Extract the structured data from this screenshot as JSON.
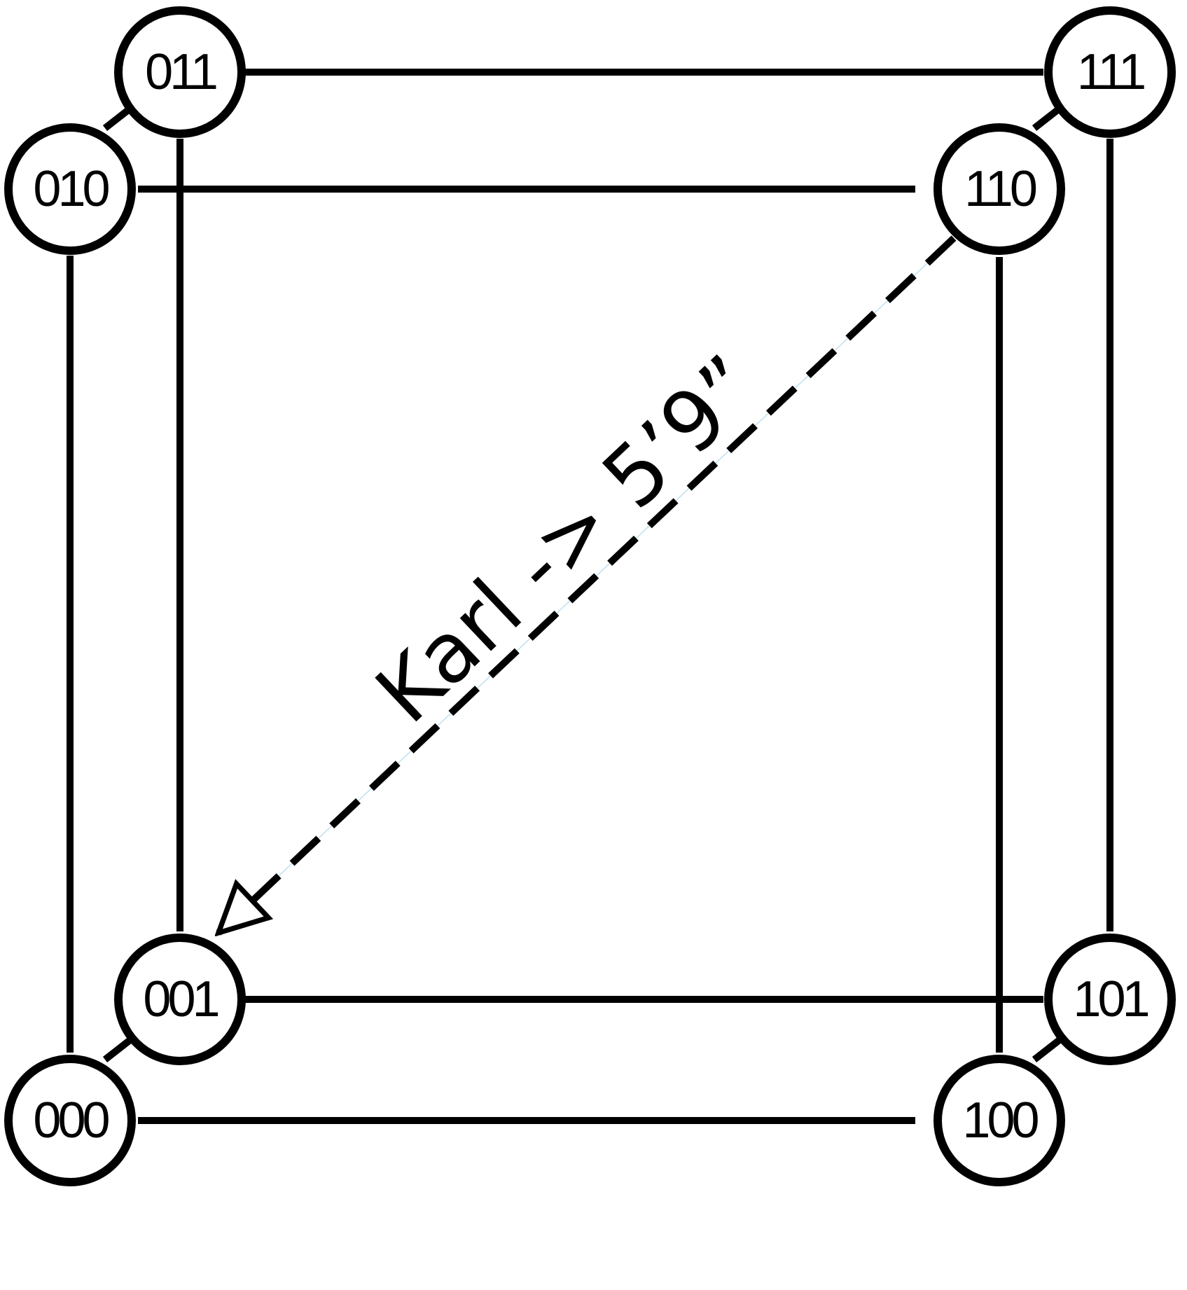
{
  "nodes": [
    {
      "id": "n000",
      "label": "000"
    },
    {
      "id": "n001",
      "label": "001"
    },
    {
      "id": "n010",
      "label": "010"
    },
    {
      "id": "n011",
      "label": "011"
    },
    {
      "id": "n100",
      "label": "100"
    },
    {
      "id": "n101",
      "label": "101"
    },
    {
      "id": "n110",
      "label": "110"
    },
    {
      "id": "n111",
      "label": "111"
    }
  ],
  "edges": [
    {
      "from": "000",
      "to": "100",
      "style": "solid",
      "arrows": "both"
    },
    {
      "from": "001",
      "to": "101",
      "style": "solid",
      "arrows": "both"
    },
    {
      "from": "010",
      "to": "110",
      "style": "solid",
      "arrows": "both"
    },
    {
      "from": "011",
      "to": "111",
      "style": "solid",
      "arrows": "both"
    },
    {
      "from": "000",
      "to": "010",
      "style": "solid",
      "arrows": "both"
    },
    {
      "from": "001",
      "to": "011",
      "style": "solid",
      "arrows": "both"
    },
    {
      "from": "100",
      "to": "110",
      "style": "solid",
      "arrows": "both"
    },
    {
      "from": "101",
      "to": "111",
      "style": "solid",
      "arrows": "both"
    },
    {
      "from": "000",
      "to": "001",
      "style": "solid",
      "arrows": "both"
    },
    {
      "from": "010",
      "to": "011",
      "style": "solid",
      "arrows": "both"
    },
    {
      "from": "100",
      "to": "101",
      "style": "solid",
      "arrows": "both"
    },
    {
      "from": "110",
      "to": "111",
      "style": "solid",
      "arrows": "both"
    },
    {
      "from": "110",
      "to": "001",
      "style": "dashed",
      "arrows": "end"
    }
  ],
  "edge_label": "Karl -> 5’9”"
}
